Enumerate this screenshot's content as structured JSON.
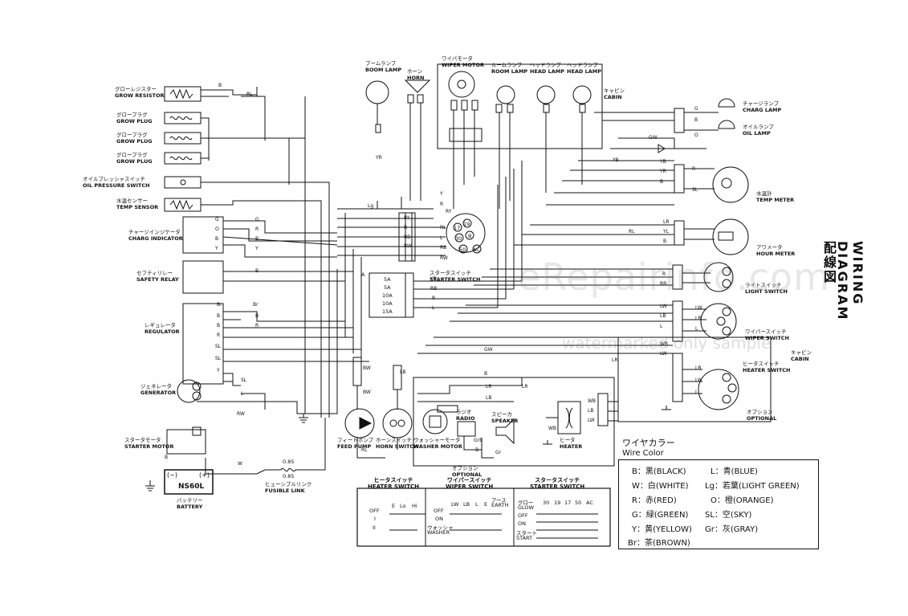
{
  "title": {
    "jp": "配線図",
    "en": "WIRING DIAGRAM"
  },
  "watermark": {
    "main": "eRepairinfo.com",
    "sub": "watermarked only sample"
  },
  "components": {
    "grow_resistor": {
      "jp": "グローレジスター",
      "en": "GROW RESISTOR"
    },
    "grow_plug1": {
      "jp": "グロープラグ",
      "en": "GROW PLUG"
    },
    "grow_plug2": {
      "jp": "グロープラグ",
      "en": "GROW PLUG"
    },
    "grow_plug3": {
      "jp": "グロープラグ",
      "en": "GROW PLUG"
    },
    "oil_pressure": {
      "jp": "オイルプレッシャスイッチ",
      "en": "OIL PRESSURE SWITCH"
    },
    "temp_sensor": {
      "jp": "水温センサー",
      "en": "TEMP SENSOR"
    },
    "charg_indicator": {
      "jp": "チャージインジケータ",
      "en": "CHARG INDICATOR"
    },
    "safety_relay": {
      "jp": "セフティリレー",
      "en": "SAFETY RELAY"
    },
    "regulator": {
      "jp": "レギュレータ",
      "en": "REGULATOR"
    },
    "generator": {
      "jp": "ジェネレータ",
      "en": "GENERATOR"
    },
    "starter_motor": {
      "jp": "スタータモータ",
      "en": "STARTER MOTOR"
    },
    "battery": {
      "jp": "バッテリー",
      "en": "BATTERY",
      "model": "NS60L",
      "minus": "(−)",
      "plus": "(+)"
    },
    "fusible_link": {
      "jp": "ヒューシブルリンク",
      "en": "FUSIBLE LINK",
      "w1": "0.85",
      "w2": "0.85"
    },
    "boom_lamp": {
      "jp": "ブームランプ",
      "en": "BOOM LAMP"
    },
    "horn": {
      "jp": "ホーン",
      "en": "HORN"
    },
    "wiper_motor": {
      "jp": "ワイパモータ",
      "en": "WIPER MOTOR"
    },
    "room_lamp": {
      "jp": "ルームランプ",
      "en": "ROOM LAMP"
    },
    "head_lamp1": {
      "jp": "ヘッドランプ",
      "en": "HEAD LAMP"
    },
    "head_lamp2": {
      "jp": "ヘッドランプ",
      "en": "HEAD LAMP"
    },
    "cabin_top": {
      "jp": "キャビン",
      "en": "CABIN"
    },
    "charg_lamp": {
      "jp": "チャージランプ",
      "en": "CHARG LAMP"
    },
    "oil_lamp": {
      "jp": "オイルランプ",
      "en": "OIL LAMP"
    },
    "temp_meter": {
      "jp": "水温計",
      "en": "TEMP METER"
    },
    "hour_meter": {
      "jp": "アワメータ",
      "en": "HOUR METER"
    },
    "light_switch": {
      "jp": "ライトスイッチ",
      "en": "LIGHT SWITCH"
    },
    "wiper_switch": {
      "jp": "ワイパースイッチ",
      "en": "WIPER SWITCH"
    },
    "heater_switch": {
      "jp": "ヒータスイッチ",
      "en": "HEATER SWITCH"
    },
    "cabin_right": {
      "jp": "キャビン",
      "en": "CABIN"
    },
    "optional_right": {
      "jp": "オプション",
      "en": "OPTIONAL"
    },
    "starter_switch": {
      "jp": "スタータスイッチ",
      "en": "STARTER SWITCH"
    },
    "feed_pump": {
      "jp": "フィードポンプ",
      "en": "FEED PUMP"
    },
    "horn_switch": {
      "jp": "ホーンスイッチ",
      "en": "HORN SWITCH"
    },
    "washer_motor": {
      "jp": "ウォッシャーモータ",
      "en": "WASHER MOTOR"
    },
    "radio": {
      "jp": "ラジオ",
      "en": "RADIO"
    },
    "speaker": {
      "jp": "スピーカ",
      "en": "SPEAKER"
    },
    "optional_bottom": {
      "jp": "オプション",
      "en": "OPTIONAL"
    },
    "heater": {
      "jp": "ヒータ",
      "en": "HEATER"
    }
  },
  "fuse_box": {
    "fuses": [
      "5A",
      "5A",
      "10A",
      "10A",
      "15A"
    ],
    "label": "A"
  },
  "starter_terminals": [
    "17",
    "19",
    "B",
    "30",
    "50",
    "AC"
  ],
  "wire_labels": {
    "b": "B",
    "rl": "RL",
    "ry": "RY",
    "yr": "YR",
    "lg": "Lg",
    "y": "Y",
    "r": "R",
    "g": "G",
    "o": "O",
    "br": "Br",
    "sl": "SL",
    "l": "L",
    "w": "W",
    "rw": "RW",
    "rb": "RB",
    "yb": "YB",
    "lw": "LW",
    "lb": "LB",
    "gw": "GW",
    "bw": "BW",
    "wb": "WB",
    "gr": "Gr",
    "grb": "GrB",
    "yl": "YL",
    "lr": "LR"
  },
  "heater_switch_table": {
    "title_jp": "ヒータスイッチ",
    "title_en": "HEATER SWITCH",
    "cols": [
      "E",
      "Lo",
      "Hi"
    ],
    "rows": [
      "OFF",
      "I",
      "II"
    ]
  },
  "wiper_switch_table": {
    "title_jp": "ワイパースイッチ",
    "title_en": "WIPER SWITCH",
    "cols": [
      "LW",
      "LB",
      "L",
      "E"
    ],
    "earth_jp": "アース",
    "earth_en": "EARTH",
    "rows": [
      "OFF",
      "ON"
    ],
    "washer_jp": "ウォッシャ",
    "washer_en": "WASHER"
  },
  "starter_switch_table": {
    "title_jp": "スタータスイッチ",
    "title_en": "STARTER SWITCH",
    "cols": [
      "30",
      "19",
      "17",
      "50",
      "AC"
    ],
    "rows": [
      "OFF",
      "ON"
    ],
    "glow_jp": "グロー",
    "glow_en": "GLOW",
    "start_jp": "スタート",
    "start_en": "START"
  },
  "wire_color_legend": {
    "title_jp": "ワイヤカラー",
    "title_en": "Wire Color",
    "items": [
      "B：黒(BLACK)",
      "W：白(WHITE)",
      "R：赤(RED)",
      "G：緑(GREEN)",
      "Y：黄(YELLOW)",
      "Br：茶(BROWN)",
      "L：青(BLUE)",
      "Lg：若葉(LIGHT GREEN)",
      "O：橙(ORANGE)",
      "SL：空(SKY)",
      "Gr：灰(GRAY)"
    ]
  }
}
